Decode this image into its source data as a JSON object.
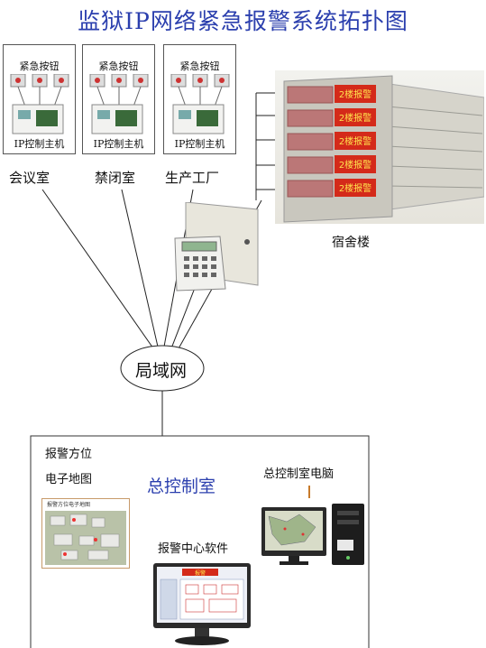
{
  "title": "监狱IP网络紧急报警系统拓扑图",
  "rooms": [
    {
      "button_label": "紧急按钮",
      "host_label": "IP控制主机",
      "name": "会议室"
    },
    {
      "button_label": "紧急按钮",
      "host_label": "IP控制主机",
      "name": "禁闭室"
    },
    {
      "button_label": "紧急按钮",
      "host_label": "IP控制主机",
      "name": "生产工厂"
    }
  ],
  "dormitory": {
    "label": "宿舍楼",
    "sign_text": "2楼报警"
  },
  "lan": {
    "label": "局域网"
  },
  "control_room": {
    "title": "总控制室",
    "map_label_line1": "报警方位",
    "map_label_line2": "电子地图",
    "map_caption": "报警方位电子地图",
    "software_label": "报警中心软件",
    "software_banner": "报警",
    "pc_label": "总控制室电脑"
  },
  "colors": {
    "title": "#2b3fae",
    "alarm_red": "#d42a1a",
    "alarm_text": "#ffe34d",
    "building": "#c9c7be"
  },
  "icons": [
    "emergency-button-icon",
    "control-host-box-icon",
    "alarm-keypad-icon",
    "building-icon",
    "monitor-icon",
    "pc-tower-icon",
    "e-map-icon"
  ]
}
